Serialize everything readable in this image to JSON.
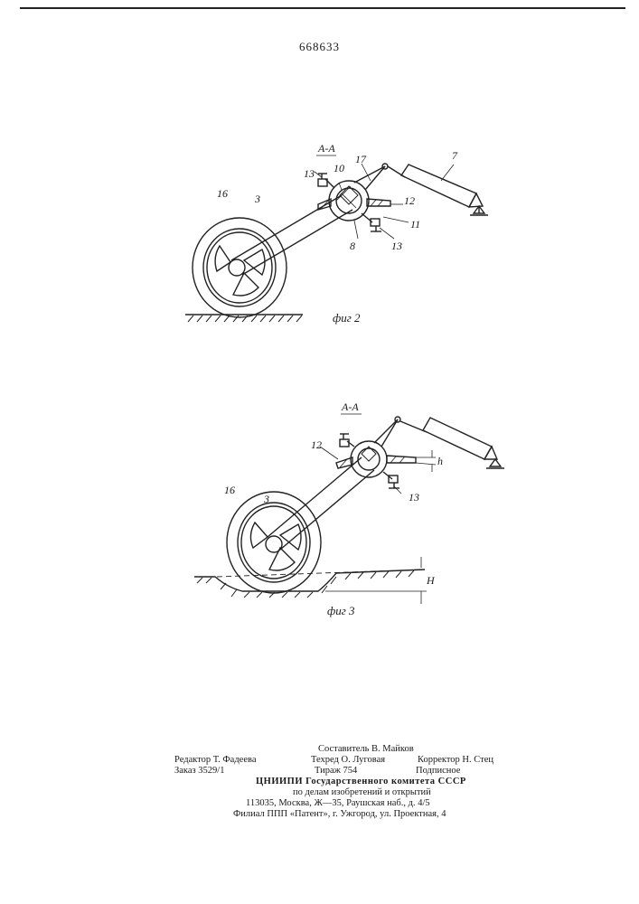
{
  "patent_number": "668633",
  "fig2": {
    "section": "A-A",
    "caption": "фиг 2",
    "labels": {
      "l17": "17",
      "l7": "7",
      "l13a": "13",
      "l10": "10",
      "l16": "16",
      "l3": "3",
      "l12": "12",
      "l11": "11",
      "l8": "8",
      "l13b": "13"
    }
  },
  "fig3": {
    "section": "A-A",
    "caption": "фиг 3",
    "labels": {
      "l12": "12",
      "l3": "3",
      "l16": "16",
      "l13": "13",
      "h_small": "h",
      "h_large": "H"
    }
  },
  "imprint": {
    "compiler": "Составитель В. Майков",
    "editor": "Редактор Т. Фадеева",
    "techred": "Техред О. Луговая",
    "corrector": "Корректор Н. Стец",
    "order": "Заказ 3529/1",
    "circulation": "Тираж 754",
    "subscription": "Подписное",
    "institute": "ЦНИИПИ Государственного комитета СССР",
    "affairs": "по делам изобретений и открытий",
    "address": "113035, Москва, Ж—35, Раушская наб., д. 4/5",
    "branch": "Филиал ППП «Патент», г. Ужгород, ул. Проектная, 4"
  }
}
